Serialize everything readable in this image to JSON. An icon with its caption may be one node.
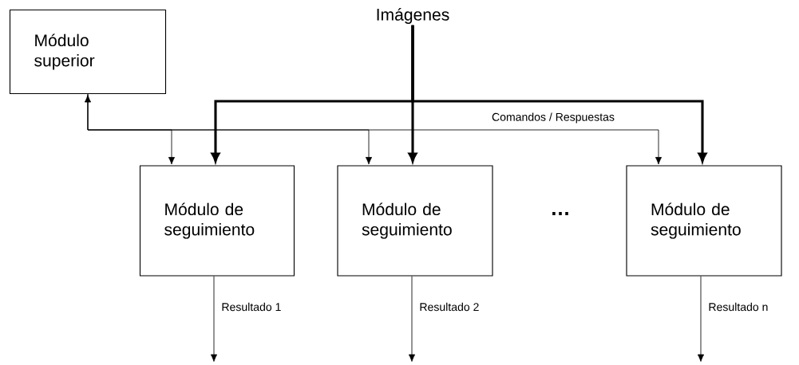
{
  "diagram": {
    "nodes": [
      {
        "text": [
          "Módulo superior"
        ]
      },
      {
        "text": [
          "Imágenes"
        ]
      },
      {
        "text": [
          "Módulo de seguimiento"
        ]
      },
      {
        "text": [
          "Módulo de seguimiento"
        ]
      },
      {
        "text": [
          "Módulo de seguimiento"
        ]
      }
    ],
    "edges": [
      {
        "from": 1,
        "to": 2,
        "arrow": "to",
        "style": "thick"
      },
      {
        "from": 1,
        "to": 3,
        "arrow": "to",
        "style": "thick"
      },
      {
        "from": 1,
        "to": 4,
        "arrow": "to",
        "style": "thick"
      },
      {
        "from": 0,
        "to": 2,
        "arrow": "both"
      },
      {
        "from": 0,
        "to": 3,
        "arrow": "to"
      },
      {
        "from": 0,
        "to": 4,
        "arrow": "to",
        "label": "Comandos / Respuestas"
      },
      {
        "from": 2,
        "to": null,
        "arrow": "to",
        "label": "Resultado 1"
      },
      {
        "from": 3,
        "to": null,
        "arrow": "to",
        "label": "Resultado 2"
      },
      {
        "from": 4,
        "to": null,
        "arrow": "to",
        "label": "Resultado n"
      }
    ],
    "labels": [
      "…"
    ]
  }
}
